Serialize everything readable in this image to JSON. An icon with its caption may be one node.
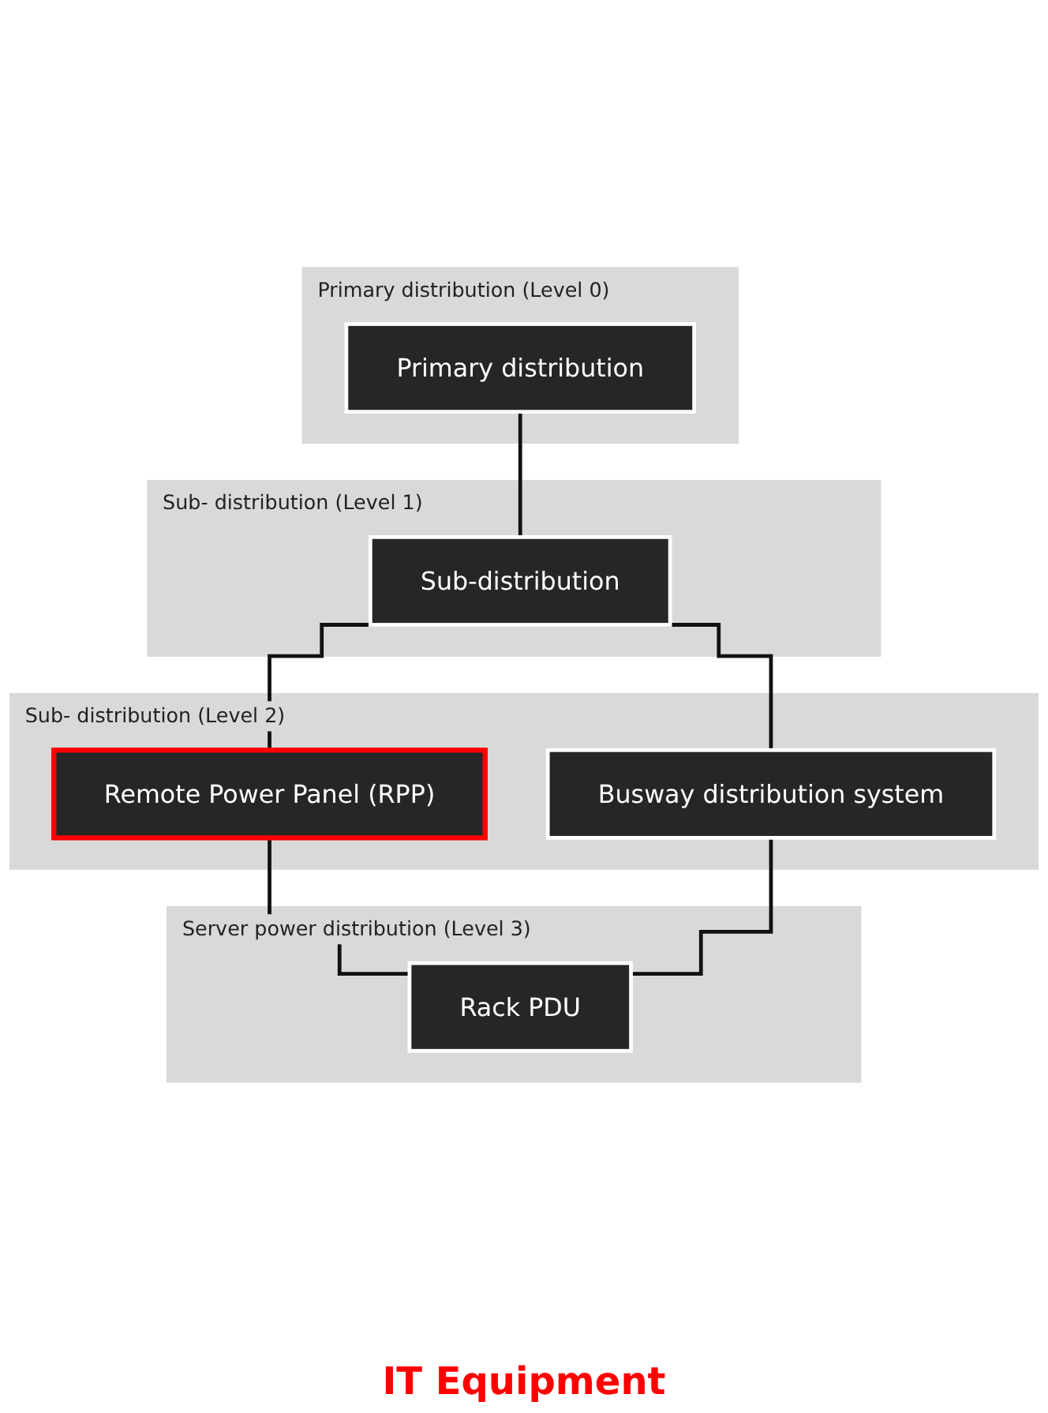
{
  "diagram": {
    "nodes": [
      {
        "text": [
          "Primary distribution (Level 0)"
        ]
      },
      {
        "text": [
          "Primary distribution"
        ],
        "in": 0
      },
      {
        "text": [
          "Sub- distribution (Level 1)"
        ]
      },
      {
        "text": [
          "Sub-distribution"
        ],
        "in": 2
      },
      {
        "text": [
          "Sub- distribution (Level 2)"
        ]
      },
      {
        "text": [
          "Remote Power Panel (RPP)"
        ],
        "in": 4
      },
      {
        "text": [
          "Busway distribution system"
        ],
        "in": 4
      },
      {
        "text": [
          "Server power distribution (Level 3)"
        ]
      },
      {
        "text": [
          "Rack PDU"
        ],
        "in": 7
      }
    ],
    "edges": [
      {
        "from": 1,
        "to": 3,
        "arrow": "none"
      },
      {
        "from": 3,
        "to": 5,
        "arrow": "none"
      },
      {
        "from": 3,
        "to": 6,
        "arrow": "none"
      },
      {
        "from": 5,
        "to": 8,
        "arrow": "none"
      },
      {
        "from": 6,
        "to": 8,
        "arrow": "none"
      }
    ],
    "labels": [
      "IT Equipment"
    ]
  }
}
